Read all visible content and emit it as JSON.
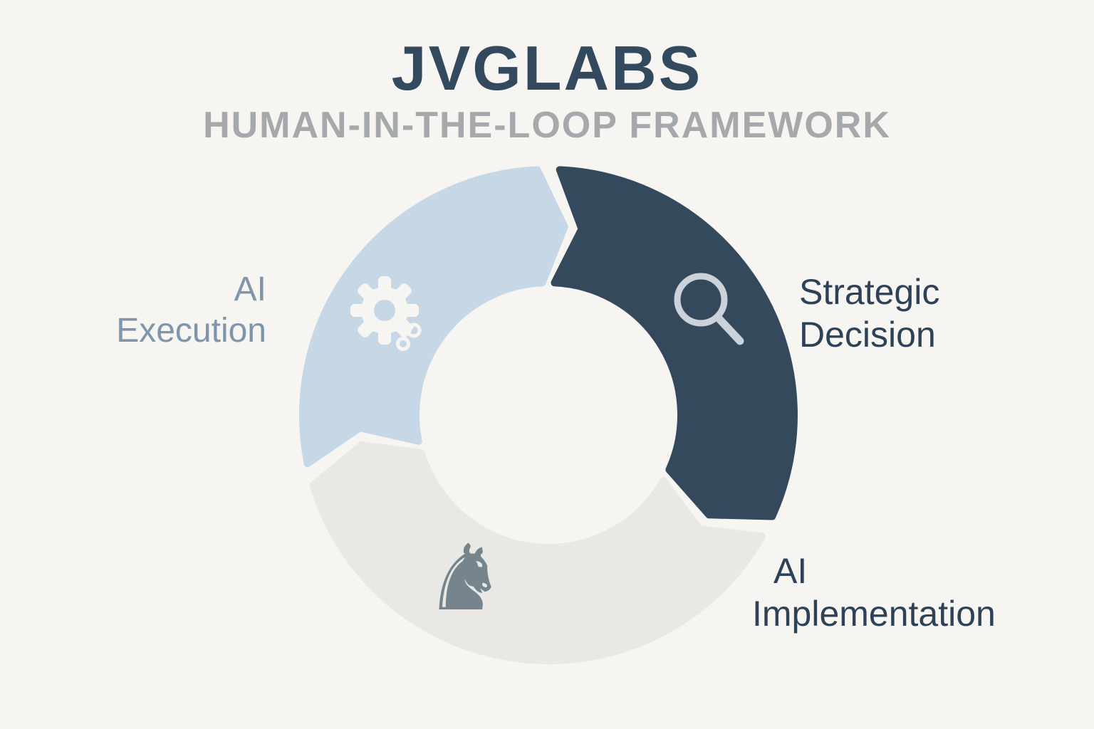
{
  "header": {
    "title": "JVGLABS",
    "subtitle": "HUMAN-IN-THE-LOOP FRAMEWORK"
  },
  "colors": {
    "background": "#f7f5f1",
    "title": "#33495e",
    "subtitle": "#a6a9ac",
    "label_execution": "#7e95ab",
    "label_dark": "#2e4257",
    "gap": "#fbfaf7"
  },
  "diagram": {
    "type": "cycle",
    "direction": "clockwise",
    "segments": [
      {
        "id": "ai-execution",
        "line1": "AI",
        "line2": "Execution",
        "icon": "gear-icon",
        "color": "#c6d7e6",
        "icon_color": "#f7f5f1",
        "start_angle": 256,
        "end_angle": 360
      },
      {
        "id": "strategic-decision",
        "line1": "Strategic",
        "line2": "Decision",
        "icon": "magnifier-icon",
        "color": "#35495d",
        "icon_color": "#ccd2d9",
        "start_angle": 0,
        "end_angle": 117
      },
      {
        "id": "ai-implementation",
        "line1": "AI",
        "line2": "Implementation",
        "icon": "knight-icon",
        "color": "#e9e8e5",
        "icon_color": "#76848e",
        "start_angle": 117,
        "end_angle": 256
      }
    ],
    "knight_glyph": "♞"
  }
}
